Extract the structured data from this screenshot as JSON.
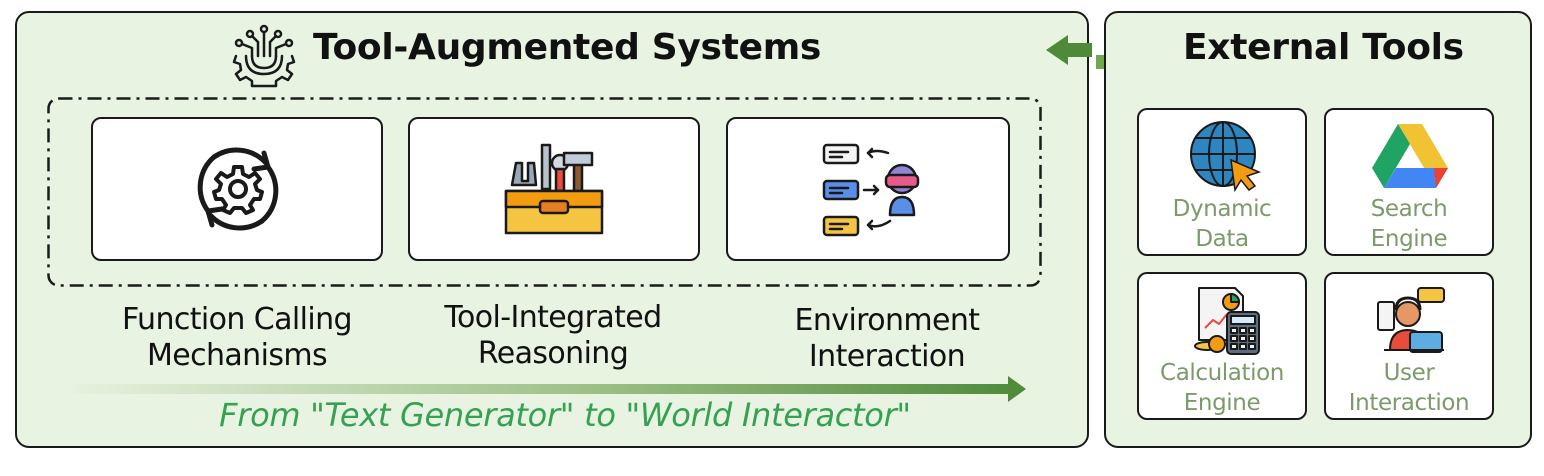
{
  "left_panel": {
    "title": "Tool-Augmented Systems",
    "icon": "circuit-gear-icon",
    "stages": [
      {
        "label": "Function Calling\nMechanisms",
        "icon": "gear-cycle-icon"
      },
      {
        "label": "Tool-Integrated\nReasoning",
        "icon": "toolbox-icon"
      },
      {
        "label": "Environment\nInteraction",
        "icon": "vr-agent-interaction-icon"
      }
    ],
    "tagline": "From \"Text Generator\" to \"World Interactor\""
  },
  "right_panel": {
    "title": "External Tools",
    "tools": [
      {
        "label": "Dynamic\nData",
        "icon": "globe-cursor-icon"
      },
      {
        "label": "Search\nEngine",
        "icon": "drive-triangle-icon"
      },
      {
        "label": "Calculation\nEngine",
        "icon": "calculator-report-icon"
      },
      {
        "label": "User\nInteraction",
        "icon": "support-agent-icon"
      }
    ]
  },
  "colors": {
    "panel_bg": "#e8f3e1",
    "accent_green": "#4e8a3a",
    "tagline_green": "#35a152",
    "tool_label": "#7c9a6a"
  }
}
